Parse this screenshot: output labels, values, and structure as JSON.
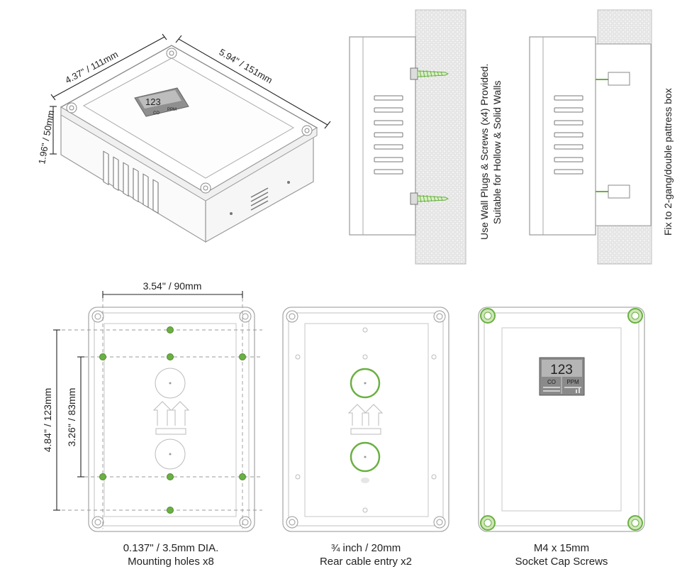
{
  "iso": {
    "dim_depth": "4.37\" / 111mm",
    "dim_width": "5.94\" / 151mm",
    "dim_height": "1.96\" / 50mm",
    "display": {
      "value": "123",
      "label_co": "CO",
      "label_ppm": "PPM"
    }
  },
  "side_views": {
    "wall_label_1": "Use Wall Plugs & Screws (x4) Provided.",
    "wall_label_2": "Suitable for Hollow & Solid Walls",
    "pattress_label": "Fix to 2-gang/double pattress box"
  },
  "mounting": {
    "dim_horizontal": "3.54\" / 90mm",
    "dim_vertical_outer": "4.84\" / 123mm",
    "dim_vertical_inner": "3.26\" / 83mm",
    "caption_1": "0.137\" / 3.5mm DIA.",
    "caption_2": "Mounting holes x8"
  },
  "rear": {
    "caption_1": "¾ inch / 20mm",
    "caption_2": "Rear cable entry x2"
  },
  "front": {
    "display": {
      "value": "123",
      "label_co": "CO",
      "label_ppm": "PPM"
    },
    "caption_1": "M4 x 15mm",
    "caption_2": "Socket Cap Screws"
  },
  "colors": {
    "accent_green": "#6bb043",
    "line": "#8a8a8a",
    "dark": "#222222"
  }
}
